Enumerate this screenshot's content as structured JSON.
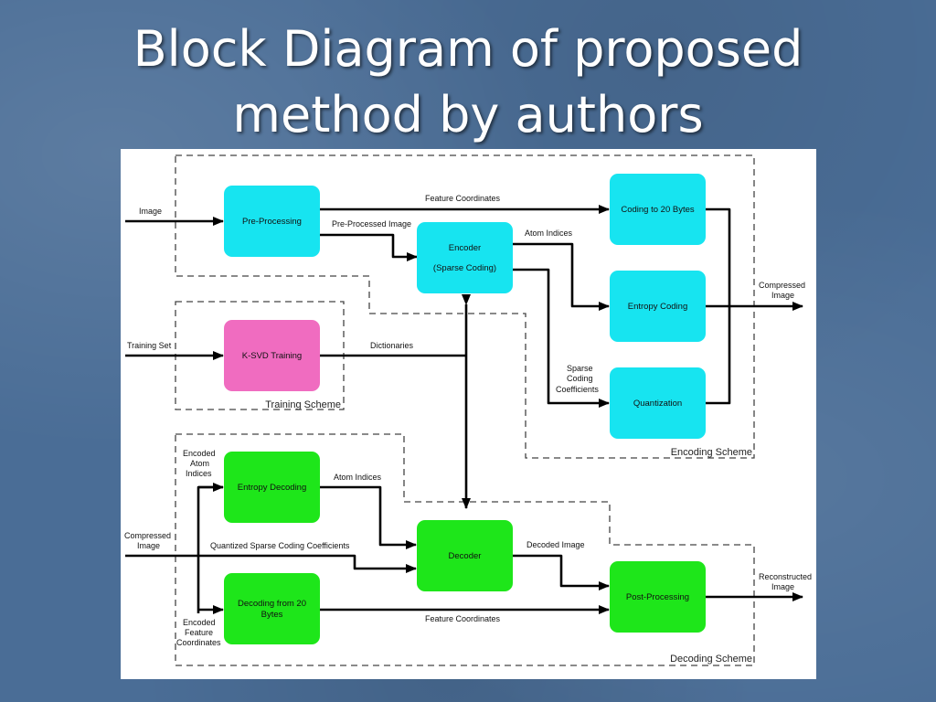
{
  "slide": {
    "title_line1": "Block Diagram of proposed",
    "title_line2": "method by authors"
  },
  "diagram": {
    "schemes": {
      "encoding": "Encoding Scheme",
      "training": "Training Scheme",
      "decoding": "Decoding Scheme"
    },
    "blocks": {
      "pre_processing": "Pre-Processing",
      "encoder_line1": "Encoder",
      "encoder_line2": "(Sparse Coding)",
      "coding_20_bytes": "Coding to 20 Bytes",
      "entropy_coding": "Entropy Coding",
      "quantization": "Quantization",
      "ksvd_training": "K-SVD Training",
      "entropy_decoding": "Entropy Decoding",
      "decoding_20_line1": "Decoding from 20",
      "decoding_20_line2": "Bytes",
      "decoder": "Decoder",
      "post_processing": "Post-Processing"
    },
    "labels": {
      "image": "Image",
      "feature_coordinates_top": "Feature Coordinates",
      "pre_processed_image": "Pre-Processed Image",
      "atom_indices_top": "Atom Indices",
      "compressed_image_out_1": "Compressed",
      "compressed_image_out_2": "Image",
      "sparse_coding_coeff_1": "Sparse",
      "sparse_coding_coeff_2": "Coding",
      "sparse_coding_coeff_3": "Coefficients",
      "training_set": "Training Set",
      "dictionaries": "Dictionaries",
      "encoded_atom_indices_1": "Encoded",
      "encoded_atom_indices_2": "Atom",
      "encoded_atom_indices_3": "Indices",
      "atom_indices_bottom": "Atom Indices",
      "compressed_image_in_1": "Compressed",
      "compressed_image_in_2": "Image",
      "quantized_coeffs": "Quantized Sparse Coding Coefficients",
      "decoded_image": "Decoded Image",
      "reconstructed_image_1": "Reconstructed",
      "reconstructed_image_2": "Image",
      "encoded_feature_coords_1": "Encoded",
      "encoded_feature_coords_2": "Feature",
      "encoded_feature_coords_3": "Coordinates",
      "feature_coordinates_bottom": "Feature Coordinates"
    },
    "colors": {
      "cyan_block": "#17e4f0",
      "pink_block": "#f06cc0",
      "green_block": "#1ee61a"
    }
  }
}
